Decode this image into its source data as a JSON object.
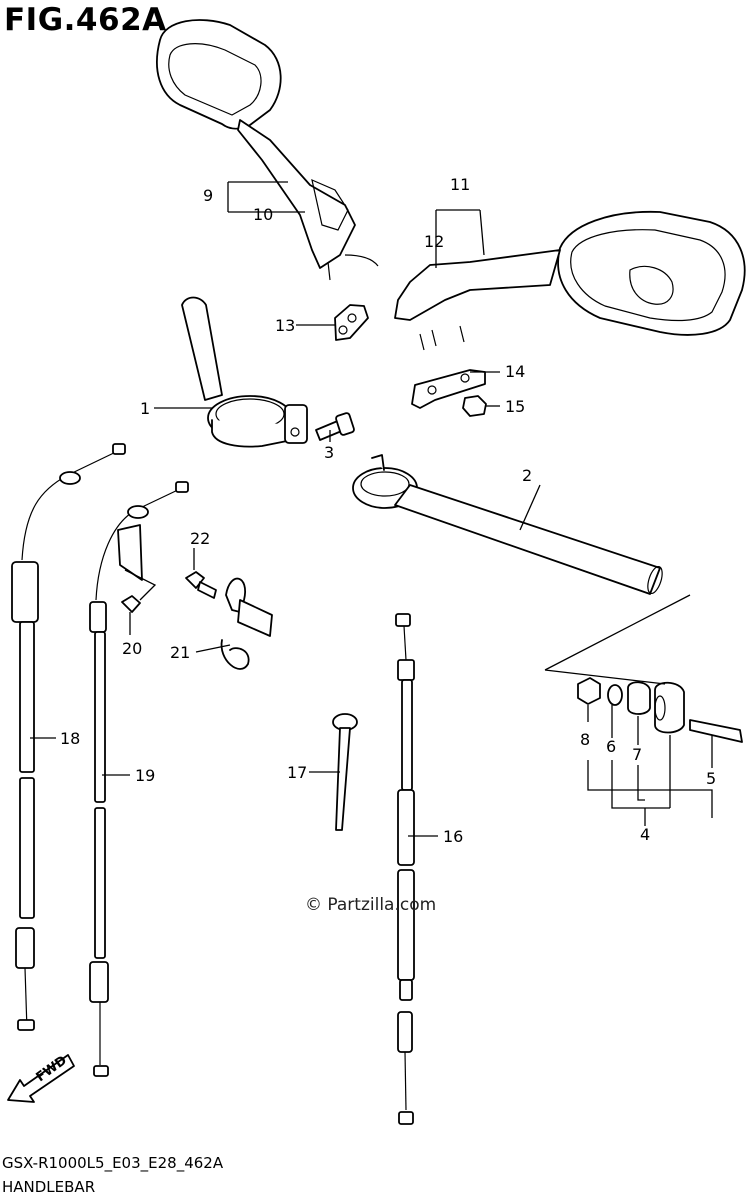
{
  "figure": {
    "title": "FIG.462A",
    "code": "GSX-R1000L5_E03_E28_462A",
    "name": "HANDLEBAR",
    "watermark": "© Partzilla.com"
  },
  "fwd_label": "FWD",
  "callouts": [
    "1",
    "2",
    "3",
    "4",
    "5",
    "6",
    "7",
    "8",
    "9",
    "10",
    "11",
    "12",
    "13",
    "14",
    "15",
    "16",
    "17",
    "18",
    "19",
    "20",
    "21",
    "22"
  ]
}
